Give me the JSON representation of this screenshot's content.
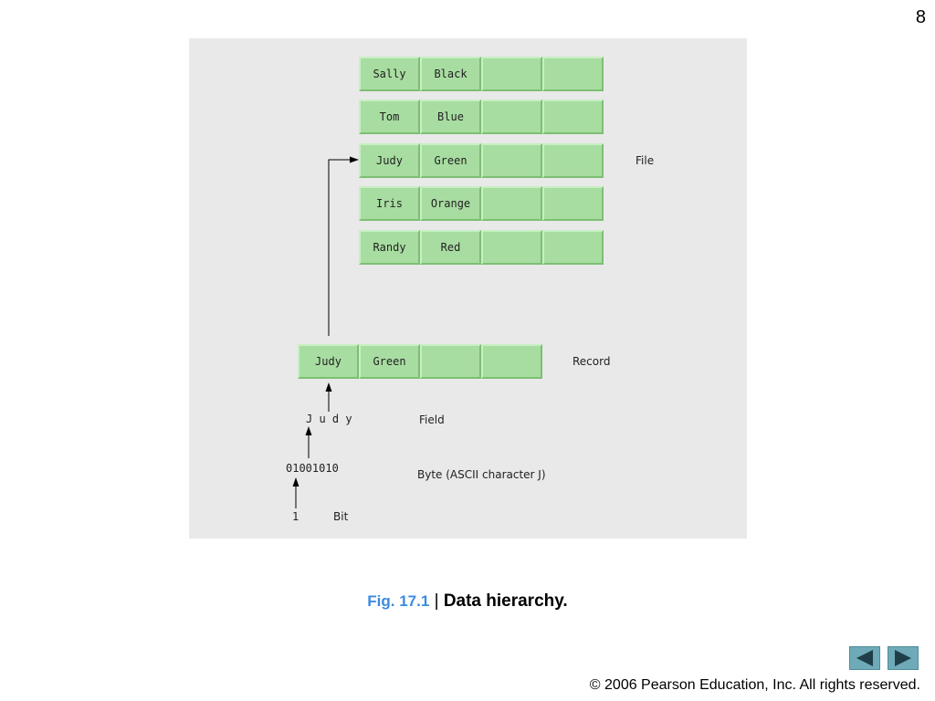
{
  "page": {
    "number": "8"
  },
  "diagram": {
    "file_records": [
      {
        "fields": [
          "Sally",
          "Black",
          "",
          ""
        ]
      },
      {
        "fields": [
          "Tom",
          "Blue",
          "",
          ""
        ]
      },
      {
        "fields": [
          "Judy",
          "Green",
          "",
          ""
        ]
      },
      {
        "fields": [
          "Iris",
          "Orange",
          "",
          ""
        ]
      },
      {
        "fields": [
          "Randy",
          "Red",
          "",
          ""
        ]
      }
    ],
    "record": {
      "fields": [
        "Judy",
        "Green",
        "",
        ""
      ]
    },
    "field_value": "J u d y",
    "byte_value": "01001010",
    "bit_value": "1",
    "labels": {
      "file": "File",
      "record": "Record",
      "field": "Field",
      "byte": "Byte (ASCII character J)",
      "bit": "Bit"
    },
    "colors": {
      "cell": "#a8dda1",
      "panel": "#e9e9e9"
    }
  },
  "caption": {
    "fig": "Fig. 17.1",
    "sep": " | ",
    "title": "Data hierarchy."
  },
  "footer": {
    "copyright": "© 2006 Pearson Education, Inc.  All rights reserved.",
    "prev_icon": "triangle-left",
    "next_icon": "triangle-right"
  }
}
